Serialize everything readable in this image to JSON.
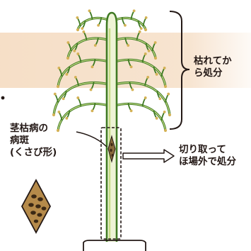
{
  "colors": {
    "band": "#f5ddc4",
    "branch_dark": "#3f7a23",
    "branch_light": "#c7dc88",
    "bud": "#d4b256",
    "outline": "#231815",
    "lesion": "#8a6a3c",
    "lesion_spot": "#3b2814"
  },
  "labels": {
    "prune_line1": "枯れてか",
    "prune_line2": "ら処分",
    "disease_line1": "茎枯病の",
    "disease_line2": "病斑",
    "disease_line3": "(くさび形)",
    "remove_line1": "切り取って",
    "remove_line2": "ほ場外で処分"
  },
  "icons": {
    "bracket": "curly-brace-icon",
    "arrow": "right-arrow-icon",
    "lesion": "wedge-lesion-icon"
  }
}
